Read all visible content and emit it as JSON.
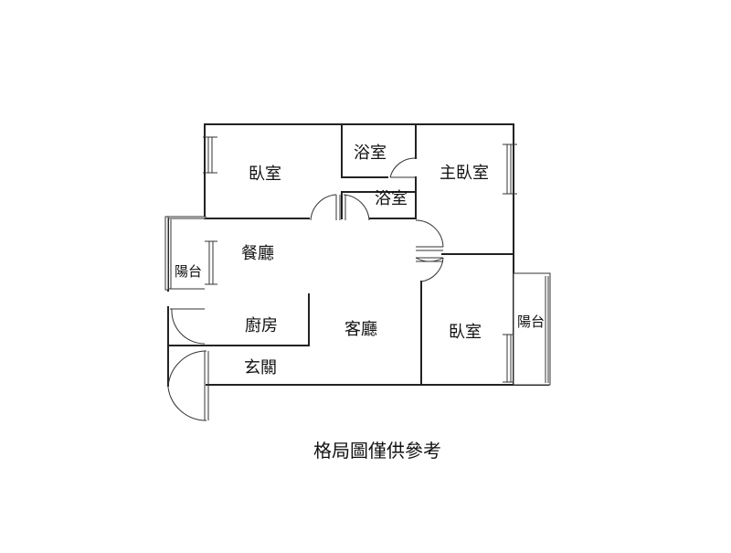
{
  "plan": {
    "rooms": {
      "bedroom_top_left": "臥室",
      "bath_top": "浴室",
      "bath_small": "浴室",
      "master_bedroom": "主臥室",
      "dining": "餐廳",
      "balcony_left": "陽台",
      "kitchen": "廚房",
      "living": "客廳",
      "bedroom_right": "臥室",
      "balcony_right": "陽台",
      "entrance": "玄關"
    }
  },
  "caption": "格局圖僅供參考"
}
